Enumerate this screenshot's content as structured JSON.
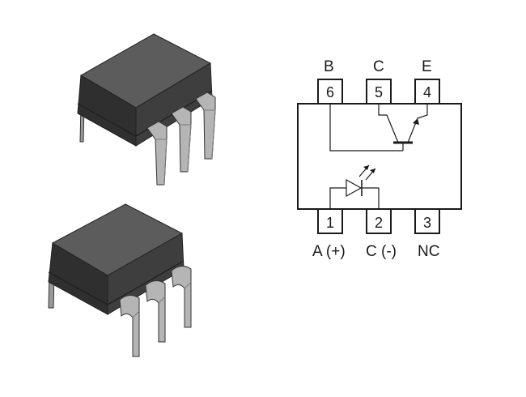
{
  "schematic": {
    "top_pins": [
      {
        "number": "6",
        "label": "B"
      },
      {
        "number": "5",
        "label": "C"
      },
      {
        "number": "4",
        "label": "E"
      }
    ],
    "bottom_pins": [
      {
        "number": "1",
        "label": "A (+)"
      },
      {
        "number": "2",
        "label": "C (-)"
      },
      {
        "number": "3",
        "label": "NC"
      }
    ]
  },
  "colors": {
    "package_top": "#5a5a5a",
    "package_side": "#3a3a3a",
    "package_front": "#2e2e2e",
    "lead": "#b8b8b8",
    "lead_dark": "#8a8a8a",
    "outline": "#1a1a1a"
  }
}
